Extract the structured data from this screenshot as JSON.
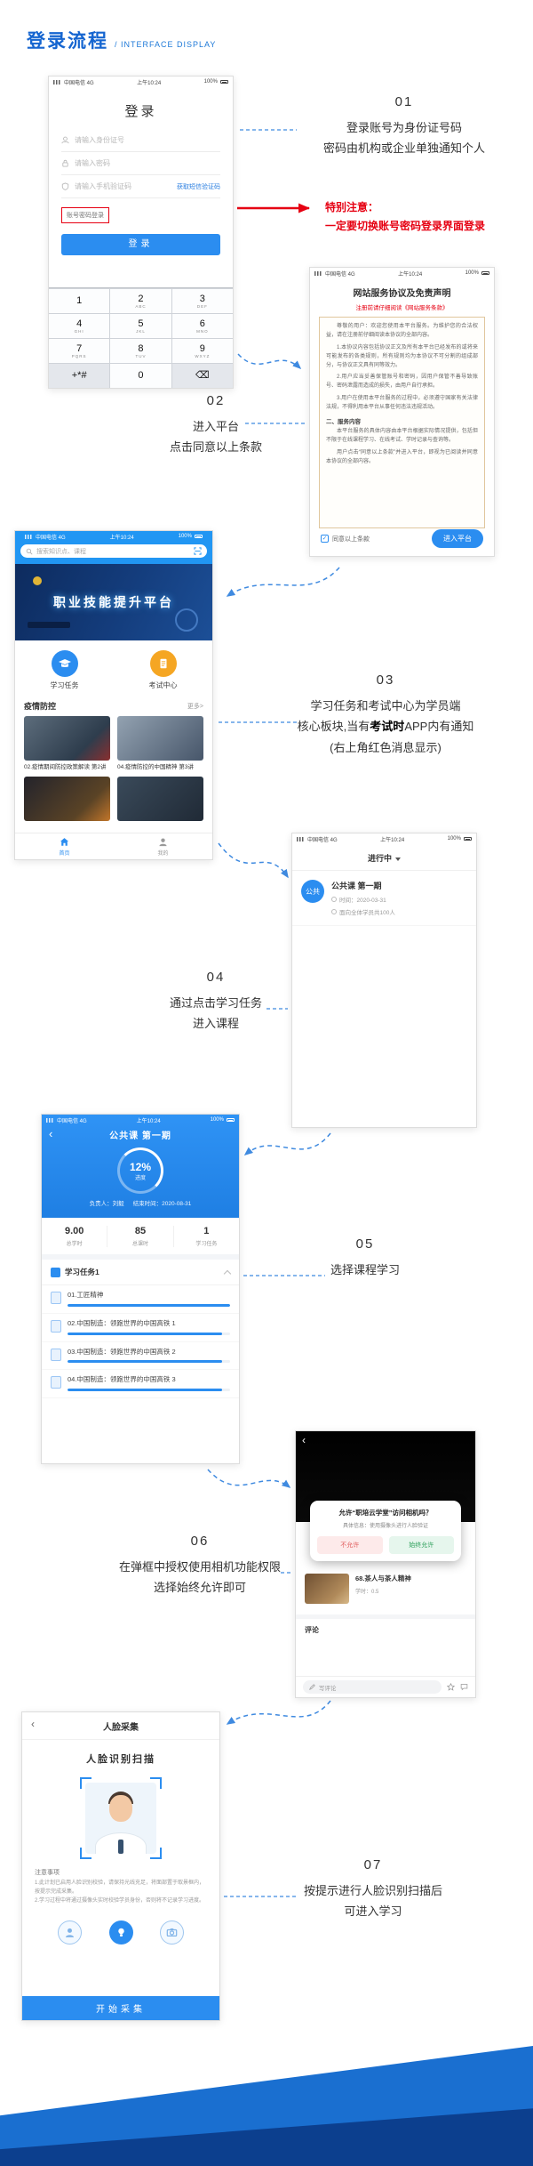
{
  "page": {
    "title": "登录流程",
    "subtitle": "/ INTERFACE DISPLAY"
  },
  "statusbar": {
    "carrier": "中国电信 4G",
    "time": "上午10:24",
    "battery": "100%"
  },
  "steps": {
    "s1": {
      "num": "01",
      "line1": "登录账号为身份证号码",
      "line2": "密码由机构或企业单独通知个人"
    },
    "warning": {
      "title": "特别注意：",
      "text": "一定要切换账号密码登录界面登录"
    },
    "s2": {
      "num": "02",
      "line1": "进入平台",
      "line2": "点击同意以上条款"
    },
    "s3": {
      "num": "03",
      "line1": "学习任务和考试中心为学员端",
      "line2_a": "核心板块,当有",
      "line2_b": "考试时",
      "line2_c": "APP内有通知",
      "line3": "(右上角红色消息显示)"
    },
    "s4": {
      "num": "04",
      "line1": "通过点击学习任务",
      "line2": "进入课程"
    },
    "s5": {
      "num": "05",
      "line1": "选择课程学习"
    },
    "s6": {
      "num": "06",
      "line1": "在弹框中授权使用相机功能权限",
      "line2": "选择始终允许即可"
    },
    "s7": {
      "num": "07",
      "line1": "按提示进行人脸识别扫描后",
      "line2": "可进入学习"
    }
  },
  "phone_login": {
    "title": "登录",
    "id_placeholder": "请输入身份证号",
    "pwd_placeholder": "请输入密码",
    "code_placeholder": "请输入手机验证码",
    "get_code": "获取短信验证码",
    "switch_login": "账号密码登录",
    "login_btn": "登录",
    "keys": [
      {
        "d": "1",
        "s": ""
      },
      {
        "d": "2",
        "s": "ABC"
      },
      {
        "d": "3",
        "s": "DEF"
      },
      {
        "d": "4",
        "s": "GHI"
      },
      {
        "d": "5",
        "s": "JKL"
      },
      {
        "d": "6",
        "s": "MNO"
      },
      {
        "d": "7",
        "s": "PQRS"
      },
      {
        "d": "8",
        "s": "TUV"
      },
      {
        "d": "9",
        "s": "WXYZ"
      },
      {
        "d": "+*#",
        "s": ""
      },
      {
        "d": "0",
        "s": ""
      },
      {
        "d": "⌫",
        "s": ""
      }
    ]
  },
  "phone_agreement": {
    "title": "网站服务协议及免责声明",
    "notice": "注册前请仔细阅读《网站服务条款》",
    "p1": "尊敬的用户：欢迎您使用本平台服务。为维护您的合法权益，请在注册前仔细阅读本协议的全部内容。",
    "p2": "1.本协议内容包括协议正文及所有本平台已经发布的或将来可能发布的各类规则，所有规则均为本协议不可分割的组成部分，与协议正文具有同等效力。",
    "p3": "2.用户应当妥善保管账号和密码，因用户保管不善导致账号、密码泄露而造成的损失，由用户自行承担。",
    "p4": "3.用户在使用本平台服务的过程中，必须遵守国家有关法律法规，不得利用本平台从事任何违法违规活动。",
    "h2": "二、服务内容",
    "p5": "本平台服务的具体内容由本平台根据实际情况提供，包括但不限于在线课程学习、在线考试、学时记录与查询等。",
    "p6": "用户点击“同意以上条款”并进入平台，即视为已阅读并同意本协议的全部内容。",
    "agree": "同意以上条款",
    "check": "✓",
    "enter_btn": "进入平台"
  },
  "phone_home": {
    "search_placeholder": "搜索知识点、课程",
    "banner_title": "职业技能提升平台",
    "quick1": "学习任务",
    "quick2": "考试中心",
    "section_title": "疫情防控",
    "more": "更多>",
    "card1_title": "02.疫情期间防控政策解读 第2讲",
    "card2_title": "04.疫情防控的中国精神 第3讲",
    "tab1": "首页",
    "tab2": "我的"
  },
  "phone_tasks": {
    "tab": "进行中",
    "item": {
      "avatar": "公共",
      "title": "公共课 第一期",
      "meta1": "时间：2020-03-31",
      "meta2": "面向全体学员共100人"
    }
  },
  "phone_course": {
    "title": "公共课 第一期",
    "pct": "12%",
    "pct_label": "进度",
    "owner": "负责人：刘毅",
    "deadline": "结束时间：2020-08-31",
    "stats": [
      {
        "v": "9.00",
        "l": "总学时"
      },
      {
        "v": "85",
        "l": "总课时"
      },
      {
        "v": "1",
        "l": "学习任务"
      }
    ],
    "group": "学习任务1",
    "lessons": [
      {
        "title": "01.工匠精神",
        "pct": 100
      },
      {
        "title": "02.中国制造：领跑世界的中国高铁 1",
        "pct": 95
      },
      {
        "title": "03.中国制造：领跑世界的中国高铁 2",
        "pct": 95
      },
      {
        "title": "04.中国制造：领跑世界的中国高铁 3",
        "pct": 95
      }
    ]
  },
  "phone_video": {
    "dialog_title": "允许“职培云学堂”访问相机吗？",
    "dialog_body": "具体信息：使用摄像头进行人脸验证",
    "deny": "不允许",
    "allow": "始终允许",
    "lesson_title": "68.茶人与茶人精神",
    "lesson_meta": "学时：0.5",
    "comments_title": "评论",
    "comment_placeholder": "写评论"
  },
  "phone_face": {
    "title": "人脸采集",
    "heading": "人脸识别扫描",
    "note_title": "注意事项",
    "note1": "1.此计划已启用人脸识别校验，请保持光线充足，将面部置于取景框内，按提示完成采集。",
    "note2": "2.学习过程中将通过摄像头实时校验学员身份，否则将不记录学习进度。",
    "start_btn": "开始采集"
  }
}
